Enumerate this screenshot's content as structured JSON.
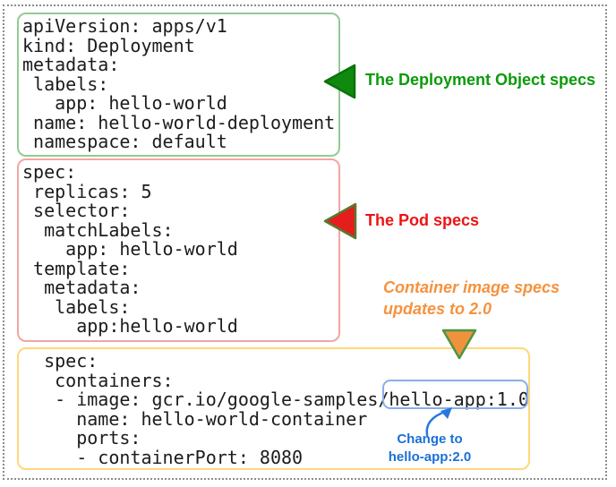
{
  "colors": {
    "yaml_text": "#1c1c1c",
    "outer_border": "#8c8c8c",
    "deployment_box_border": "#93cb93",
    "pod_box_border": "#f2a5a2",
    "container_box_border": "#ffd878",
    "highlight_box_border": "#8aaee8",
    "deployment_arrow_fill": "#0f8a0f",
    "deployment_arrow_stroke": "#0c720c",
    "pod_arrow_fill": "#e41d1d",
    "pod_arrow_stroke": "#557a2f",
    "container_arrow_fill": "#f0923d",
    "container_arrow_stroke": "#4d9444",
    "change_arrow_stroke": "#2678e0",
    "deployment_label_color": "#0a9a0a",
    "pod_label_color": "#ea1515",
    "container_note_color": "#f5923e",
    "change_note_color": "#1b6fd6"
  },
  "yaml": {
    "deployment_block": {
      "lines": [
        "apiVersion: apps/v1",
        "kind: Deployment",
        "metadata:",
        " labels:",
        "   app: hello-world",
        " name: hello-world-deployment",
        " namespace: default"
      ]
    },
    "pod_block": {
      "lines": [
        "spec:",
        " replicas: 5",
        " selector:",
        "  matchLabels:",
        "    app: hello-world",
        " template:",
        "  metadata:",
        "   labels:",
        "     app:hello-world"
      ]
    },
    "container_block": {
      "lines": [
        "  spec:",
        "   containers:",
        "   - image: gcr.io/google-samples/hello-app:1.0",
        "     name: hello-world-container",
        "     ports:",
        "     - containerPort: 8080"
      ]
    }
  },
  "annotations": {
    "deployment_label": "The Deployment Object specs",
    "pod_label": "The Pod specs",
    "container_note_line1": "Container image specs",
    "container_note_line2": "updates to 2.0",
    "change_note_line1": "Change to",
    "change_note_line2": "hello-app:2.0",
    "highlighted_text": "hello-app:1.0"
  }
}
